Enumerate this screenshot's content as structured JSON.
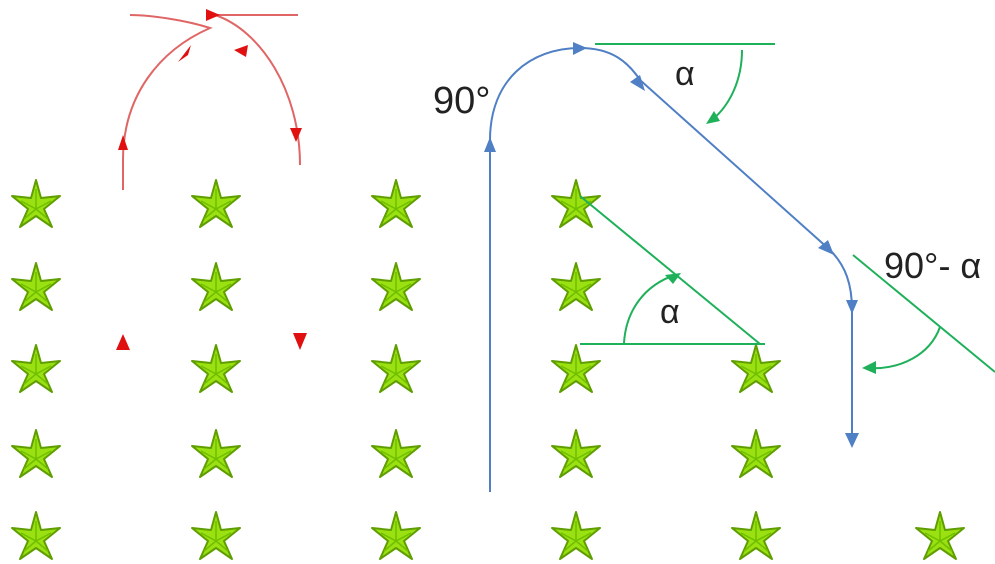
{
  "colors": {
    "background": "#ffffff",
    "plant": "#9be010",
    "plant_outline": "#5f9e00",
    "red_path": "#e06666",
    "red_arrow": "#e01010",
    "blue_path": "#4f7fc4",
    "green_angle": "#1fb05a"
  },
  "labels": {
    "angle_90": "90°",
    "alpha_top": "α",
    "alpha_middle": "α",
    "angle_90_minus_alpha": "90°- α"
  },
  "plants": {
    "icon": "green-star-plant-icon",
    "columns": [
      {
        "name": "column-1",
        "count": 5
      },
      {
        "name": "column-2",
        "count": 5
      },
      {
        "name": "column-3",
        "count": 5
      },
      {
        "name": "column-4",
        "count": 5
      },
      {
        "name": "column-5",
        "count": 3
      },
      {
        "name": "column-6",
        "count": 1
      }
    ]
  }
}
